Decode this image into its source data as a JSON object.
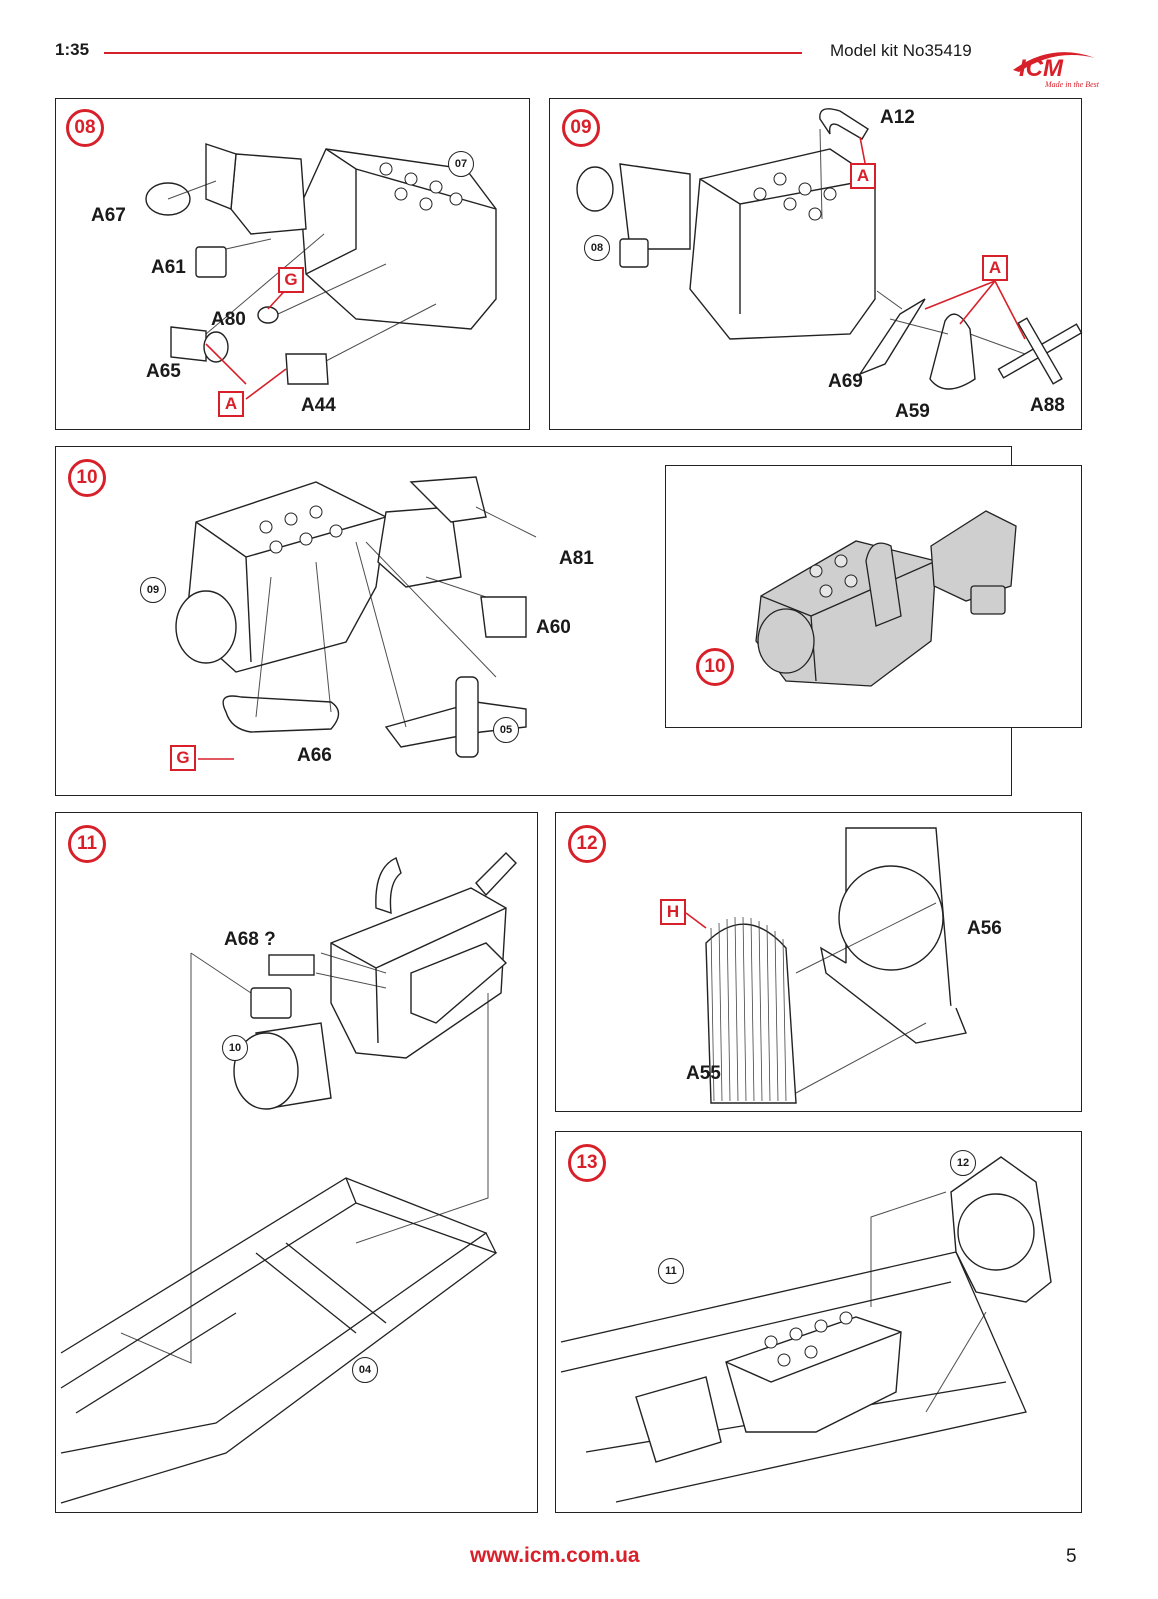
{
  "header": {
    "scale": "1:35",
    "kit_label": "Model kit No35419",
    "logo_text": "ICM",
    "logo_tagline": "Made in the Best"
  },
  "colors": {
    "accent": "#d8202a",
    "ink": "#1a1a1a",
    "shade": "#cfcfcf"
  },
  "steps": [
    {
      "number": "08",
      "ref": "07",
      "parts": [
        "A67",
        "A61",
        "A80",
        "A65",
        "A44"
      ],
      "sprues": [
        "G",
        "A"
      ]
    },
    {
      "number": "09",
      "ref": "08",
      "parts": [
        "A12",
        "A69",
        "A59",
        "A88"
      ],
      "sprues": [
        "A",
        "A"
      ]
    },
    {
      "number": "10",
      "refs": [
        "09",
        "05"
      ],
      "parts": [
        "A81",
        "A60",
        "A66"
      ],
      "sprues": [
        "G"
      ],
      "result_number": "10"
    },
    {
      "number": "11",
      "refs": [
        "10",
        "04"
      ],
      "parts": [
        "A68 ?"
      ]
    },
    {
      "number": "12",
      "parts": [
        "A56",
        "A55"
      ],
      "sprues": [
        "H"
      ]
    },
    {
      "number": "13",
      "refs": [
        "12",
        "11"
      ]
    }
  ],
  "footer": {
    "url": "www.icm.com.ua",
    "page": "5"
  }
}
